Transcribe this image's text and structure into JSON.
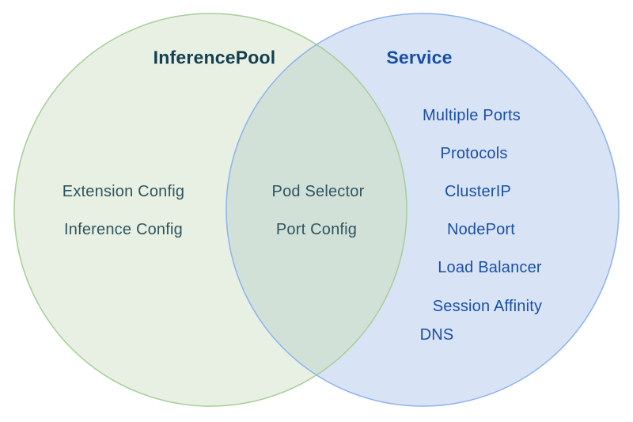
{
  "diagram": {
    "type": "venn",
    "background": "#ffffff",
    "left_circle": {
      "title": "InferencePool",
      "items": [
        "Extension Config",
        "Inference Config"
      ],
      "fill": "#e7f0e2",
      "stroke": "#a6ce97",
      "text_color": "#133f50",
      "item_text_color": "#2e5560"
    },
    "right_circle": {
      "title": "Service",
      "items": [
        "Multiple Ports",
        "Protocols",
        "ClusterIP",
        "NodePort",
        "Load Balancer",
        "Session Affinity",
        "DNS"
      ],
      "fill": "#d8e3f6",
      "stroke": "#8db2ef",
      "text_color": "#174ea6",
      "item_text_color": "#1a50a6"
    },
    "intersection": {
      "items": [
        "Pod Selector",
        "Port Config"
      ],
      "fill": "#d2e1d8",
      "text_color": "#2e5560"
    }
  }
}
